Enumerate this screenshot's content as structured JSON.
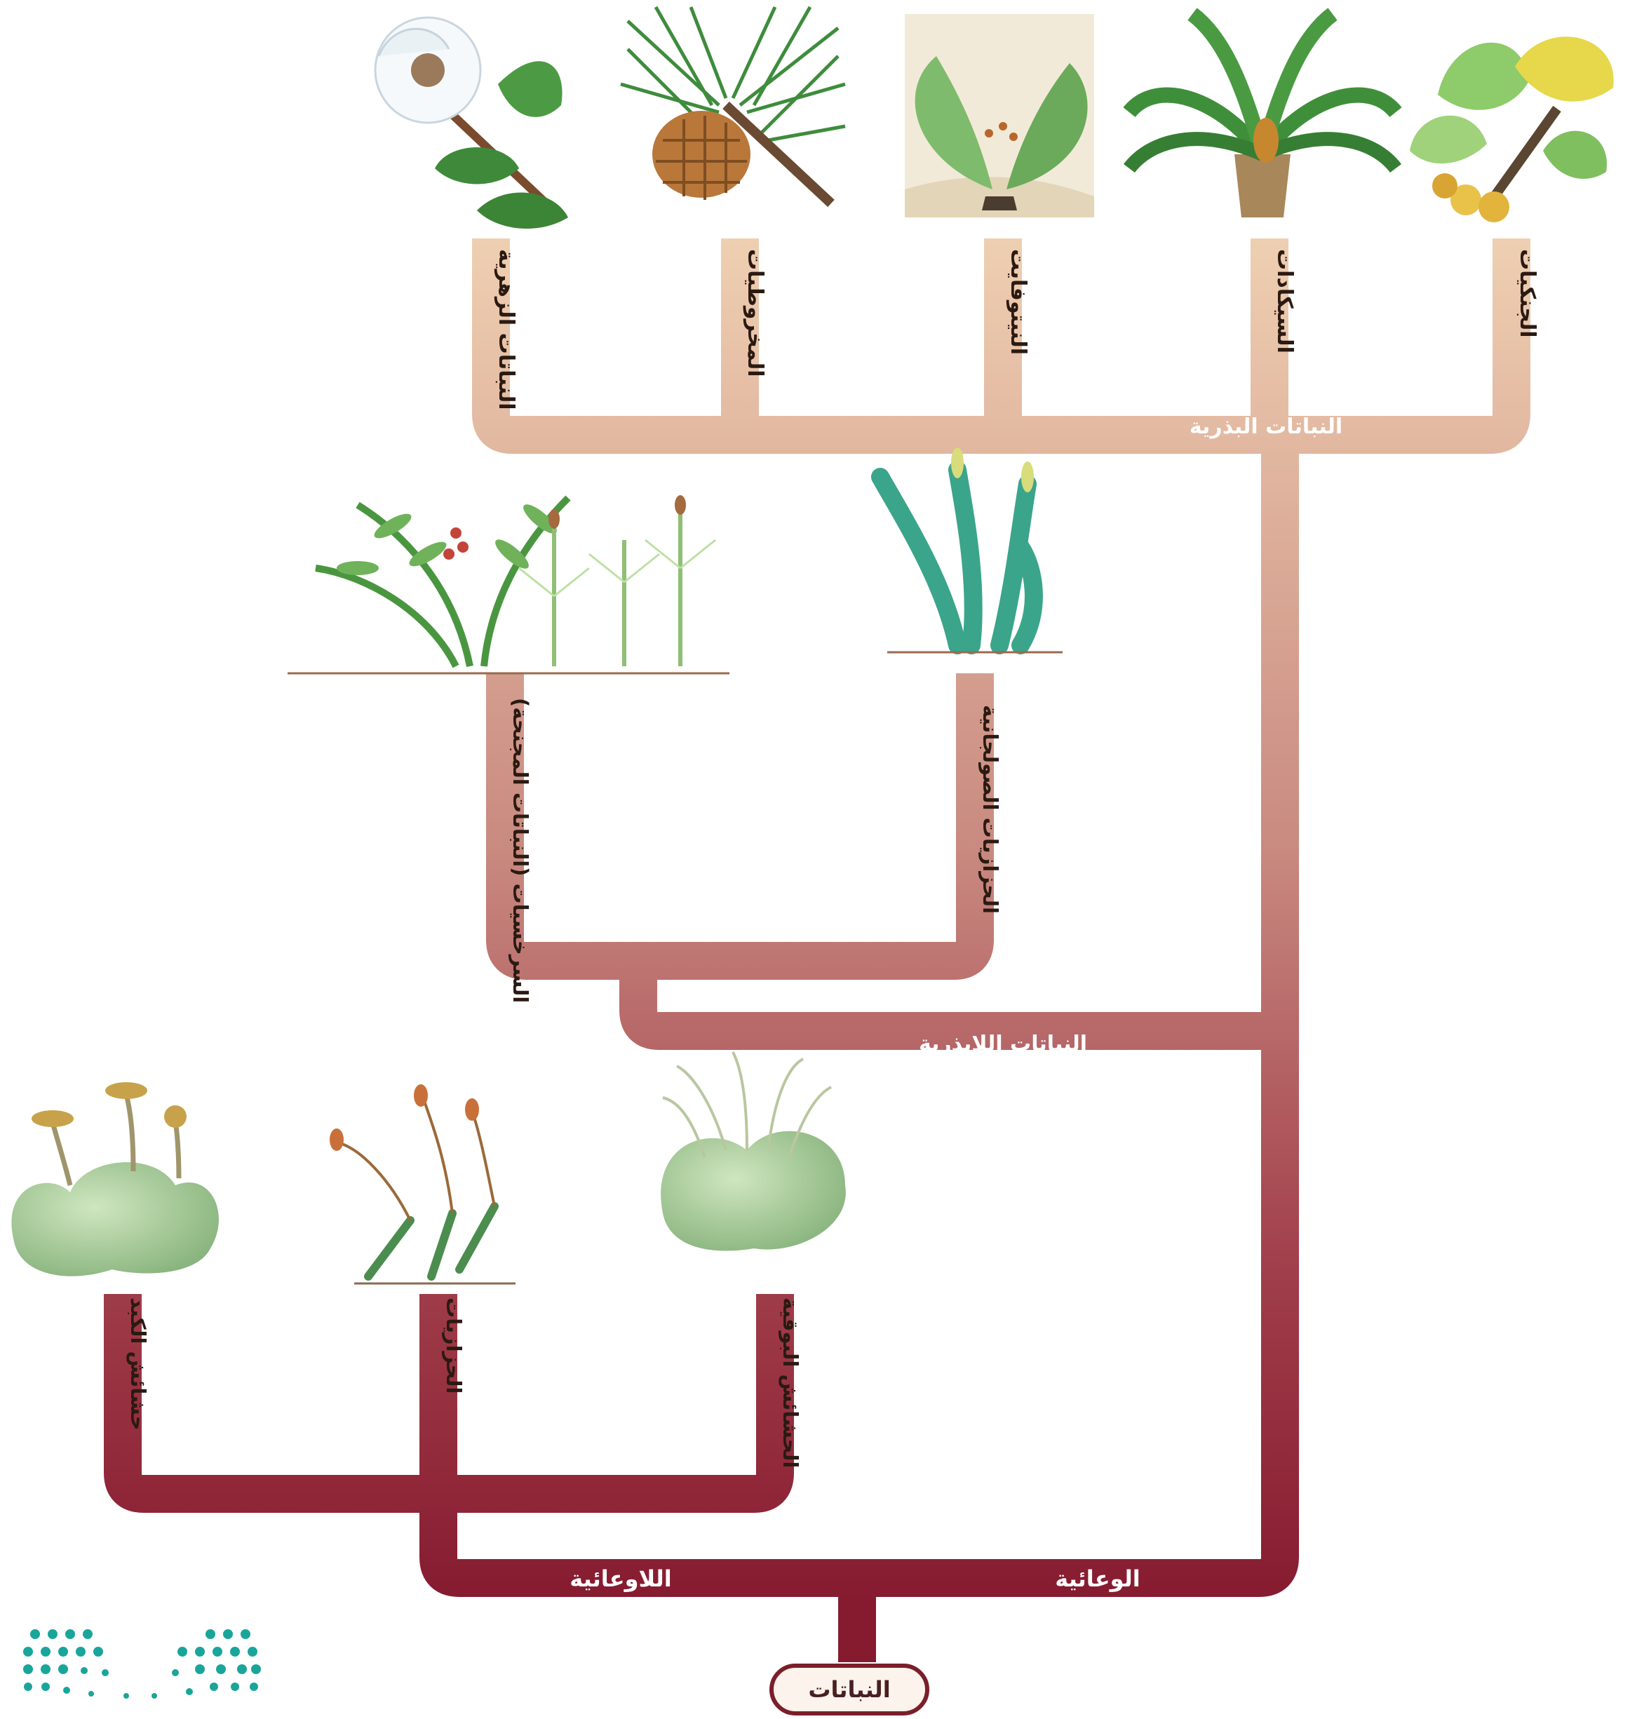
{
  "root": {
    "label": "النباتات"
  },
  "clades": {
    "vascular": "الوعائية",
    "nonvascular": "اللاوعائية",
    "seedless": "النباتات اللابذرية",
    "seed": "النباتات البذرية"
  },
  "seed_plants": [
    {
      "label": "الجنكيات",
      "icon": "ginkgo-plant-icon"
    },
    {
      "label": "السيكادات",
      "icon": "cycad-plant-icon"
    },
    {
      "label": "النيتوفايت",
      "icon": "gnetophyte-plant-icon"
    },
    {
      "label": "المخروطيات",
      "icon": "conifer-pine-cone-icon"
    },
    {
      "label": "النباتات الزهرية",
      "icon": "flowering-plant-icon"
    }
  ],
  "seedless_plants": [
    {
      "label": "الحزازيات الصولجانية",
      "icon": "club-moss-plant-icon"
    },
    {
      "label": "السرخسيات (النباتات المجنحة)",
      "icon": "fern-horsetail-plant-icon"
    }
  ],
  "nonvascular_plants": [
    {
      "label": "الحشائش البوقية",
      "icon": "hornwort-plant-icon"
    },
    {
      "label": "الحزازيات",
      "icon": "moss-plant-icon"
    },
    {
      "label": "حشائش الكبد",
      "icon": "liverwort-plant-icon"
    }
  ],
  "logo": {
    "icon": "ministry-logo-dots-icon"
  },
  "colors": {
    "top": "#e8c3a1",
    "middle": "#b3676a",
    "bottom": "#8c1f33",
    "root_stroke": "#7a1f2a"
  }
}
